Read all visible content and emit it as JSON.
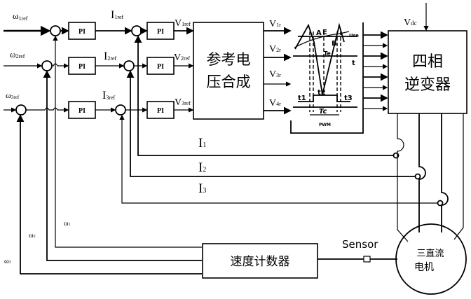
{
  "diagram": {
    "type": "control-block-diagram",
    "inputs": {
      "omega1_ref": {
        "sym": "ω",
        "sub": "1ref"
      },
      "omega2_ref": {
        "sym": "ω",
        "sub": "2ref"
      },
      "omega3_ref": {
        "sym": "ω",
        "sub": "3ref"
      }
    },
    "current_refs": {
      "i1_ref": {
        "sym": "I",
        "sub": "1ref"
      },
      "i2_ref": {
        "sym": "I",
        "sub": "2ref"
      },
      "i3_ref": {
        "sym": "I",
        "sub": "3ref"
      }
    },
    "voltage_refs": {
      "v1_ref": {
        "sym": "V",
        "sub": "1ref"
      },
      "v2_ref": {
        "sym": "V",
        "sub": "2ref"
      },
      "v3_ref": {
        "sym": "V",
        "sub": "3ref"
      }
    },
    "pi_label": "PI",
    "synthesis_block": {
      "line1": "参考电",
      "line2": "压合成"
    },
    "synth_outputs": {
      "v1r": {
        "sym": "V",
        "sub": "1r"
      },
      "v2r": {
        "sym": "V",
        "sub": "2r"
      },
      "v3r": {
        "sym": "V",
        "sub": "3r"
      },
      "v4r": {
        "sym": "V",
        "sub": "4r"
      }
    },
    "pwm": {
      "label": "PWM",
      "points": {
        "a": "A",
        "e": "E",
        "b": "B"
      },
      "ure": "Ure",
      "te": "Te",
      "t_axis": "t",
      "t1": "t1",
      "t2": "t2",
      "t3": "t3",
      "tc": "Tc"
    },
    "inverter": {
      "line1": "四相",
      "line2": "逆变器"
    },
    "vdc": {
      "sym": "V",
      "sub": "dc"
    },
    "feedback_currents": {
      "i1": {
        "sym": "I",
        "sub": "1"
      },
      "i2": {
        "sym": "I",
        "sub": "2"
      },
      "i3": {
        "sym": "I",
        "sub": "3"
      }
    },
    "feedback_speeds": {
      "w1": {
        "sym": "ω",
        "sub": "1"
      },
      "w2": {
        "sym": "ω",
        "sub": "2"
      },
      "w3": {
        "sym": "ω",
        "sub": "3"
      }
    },
    "speed_counter": "速度计数器",
    "sensor_label": "Sensor",
    "motor": {
      "line1": "三直流",
      "line2": "电机"
    }
  }
}
